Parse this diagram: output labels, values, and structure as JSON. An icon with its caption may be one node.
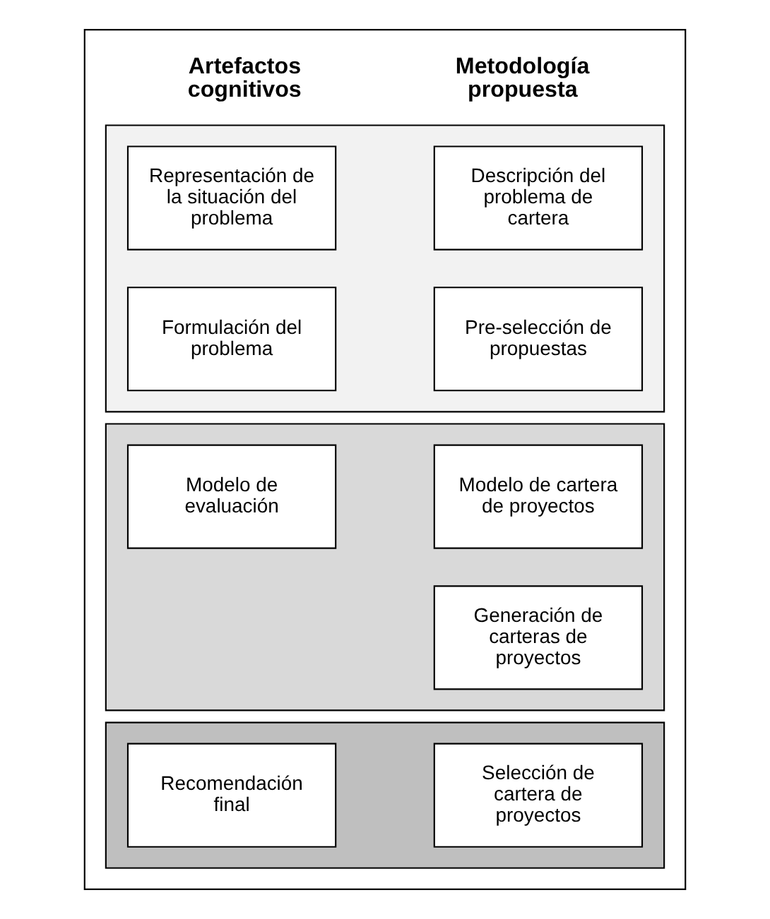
{
  "diagram": {
    "nodes": [
      {
        "text": [],
        "shape": "box"
      },
      {
        "text": [],
        "shape": "box",
        "in": 0
      },
      {
        "text": [
          "Representación de la situación del problema"
        ],
        "in": 1
      },
      {
        "text": [
          "Descripción del problema de cartera"
        ],
        "in": 1
      },
      {
        "text": [
          "Formulación del problema"
        ],
        "in": 1
      },
      {
        "text": [
          "Pre-selección de propuestas"
        ],
        "in": 1
      },
      {
        "text": [],
        "shape": "box",
        "in": 0
      },
      {
        "text": [
          "Modelo de evaluación"
        ],
        "in": 6
      },
      {
        "text": [
          "Modelo de cartera de proyectos"
        ],
        "in": 6
      },
      {
        "text": [
          "Generación de carteras de proyectos"
        ],
        "in": 6
      },
      {
        "text": [],
        "shape": "box",
        "in": 0
      },
      {
        "text": [
          "Recomendación final"
        ],
        "in": 10
      },
      {
        "text": [
          "Selección de cartera de proyectos"
        ],
        "in": 10
      }
    ],
    "edges": [],
    "labels": [
      "Artefactos cognitivos",
      "Metodología propuesta"
    ]
  }
}
